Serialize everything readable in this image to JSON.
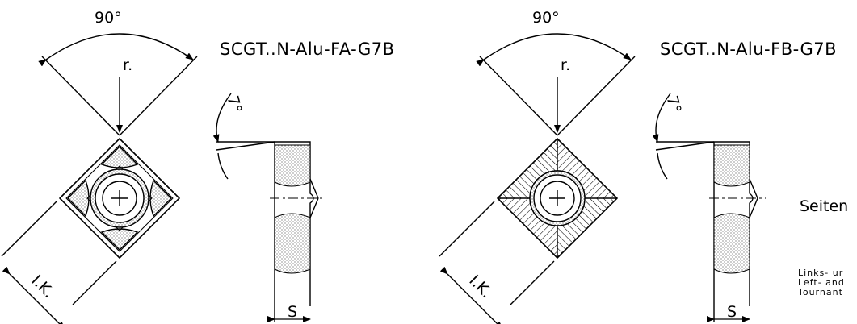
{
  "drawing": {
    "left": {
      "designation": "SCGT..N-Alu-FA-G7B",
      "angle_label": "90°",
      "radius_label": "r.",
      "ic_label": "I.K.",
      "rake_angle_label": "7°",
      "thickness_label": "S"
    },
    "right": {
      "designation": "SCGT..N-Alu-FB-G7B",
      "angle_label": "90°",
      "radius_label": "r.",
      "ic_label": "I.K.",
      "rake_angle_label": "7°",
      "thickness_label": "S"
    },
    "side_label": "Seiten",
    "notes": [
      "Links- ur",
      "Left- and",
      "Tournant"
    ]
  }
}
